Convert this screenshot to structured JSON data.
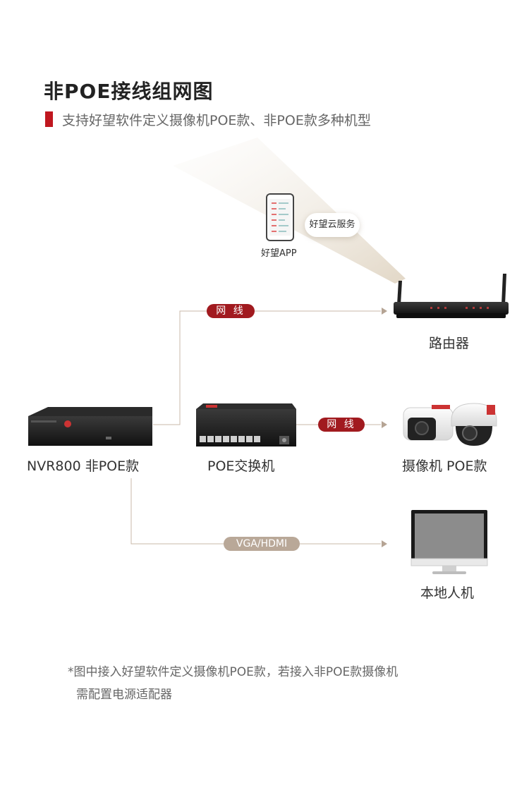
{
  "header": {
    "title": "非POE接线组网图",
    "subtitle": "支持好望软件定义摄像机POE款、非POE款多种机型"
  },
  "app": {
    "label": "好望APP"
  },
  "cloud": {
    "label": "好望云服务"
  },
  "devices": {
    "router": "路由器",
    "nvr": "NVR800 非POE款",
    "switch": "POE交换机",
    "camera": "摄像机 POE款",
    "monitor": "本地人机"
  },
  "connections": {
    "network_top": "网 线",
    "network_mid": "网 线",
    "video": "VGA/HDMI"
  },
  "footnote": {
    "line1": "*图中接入好望软件定义摄像机POE款，若接入非POE款摄像机",
    "line2": "需配置电源适配器"
  },
  "colors": {
    "accent_red": "#a11a1f",
    "connector_line": "#c9b8a8",
    "video_pill": "#b9a898",
    "device_dark": "#1e1e1e"
  }
}
